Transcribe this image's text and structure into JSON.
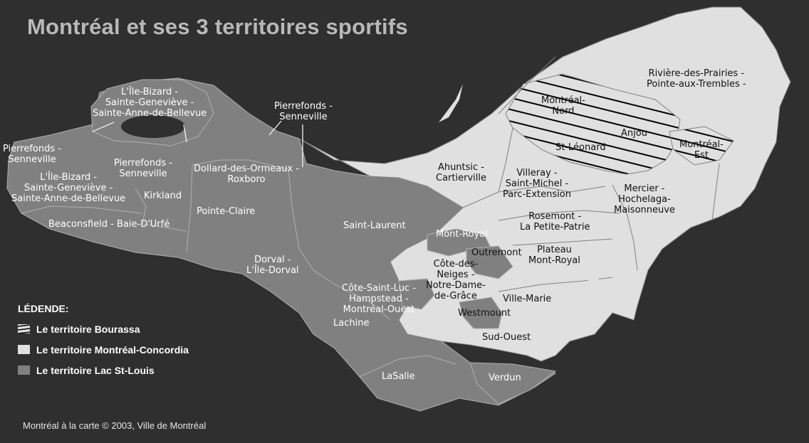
{
  "title": "Montréal et ses 3 territoires sportifs",
  "colors": {
    "water": "#2f2f2f",
    "lac_st_louis": "#808080",
    "montreal_concordia": "#e0e0e0",
    "bourassa_hatch": "#000000"
  },
  "labels": {
    "ile_bizard_top": "L'Île-Bizard -\nSainte-Geneviève -\nSainte-Anne-de-Bellevue",
    "pierrefonds_top": "Pierrefonds -\nSenneville",
    "pierrefonds_left": "Pierrefonds -\nSenneville",
    "ile_bizard_left": "L'Île-Bizard -\nSainte-Geneviève -\nSainte-Anne-de-Bellevue",
    "pierrefonds_center": "Pierrefonds -\nSenneville",
    "dollard": "Dollard-des-Ormeaux -\nRoxboro",
    "kirkland": "Kirkland",
    "pointe_claire": "Pointe-Claire",
    "beaconsfield": "Beaconsfield - Baie-D'Urfé",
    "saint_laurent": "Saint-Laurent",
    "dorval": "Dorval -\nL'Île-Dorval",
    "cote_saint_luc": "Côte-Saint-Luc -\nHampstead -\nMontréal-Ouest",
    "lachine": "Lachine",
    "lasalle": "LaSalle",
    "verdun": "Verdun",
    "westmount": "Westmount",
    "outremont": "Outremont",
    "mont_royal": "Mont-Royal",
    "cdn_ndg": "Côte-des-\nNeiges -\nNotre-Dame-\nde-Grâce",
    "ville_marie": "Ville-Marie",
    "sud_ouest": "Sud-Ouest",
    "plateau": "Plateau\nMont-Royal",
    "rosemont": "Rosemont -\nLa Petite-Patrie",
    "villeray": "Villeray -\nSaint-Michel -\nParc-Extension",
    "ahuntsic": "Ahuntsic -\nCartierville",
    "st_leonard": "St-Léonard",
    "anjou": "Anjou",
    "montreal_nord": "Montréal-\nNord",
    "montreal_est": "Montréal-\nEst",
    "mercier": "Mercier -\nHochelaga-\nMaisonneuve",
    "rdp": "Rivière-des-Prairies -\nPointe-aux-Trembles -"
  },
  "legend": {
    "title": "LÉDENDE:",
    "items": [
      {
        "label": "Le territoire Bourassa",
        "type": "hatch"
      },
      {
        "label": "Le territoire Montréal-Concordia",
        "type": "light"
      },
      {
        "label": "Le territoire Lac St-Louis",
        "type": "dark"
      }
    ]
  },
  "credit": "Montréal à la carte © 2003, Ville de Montréal"
}
